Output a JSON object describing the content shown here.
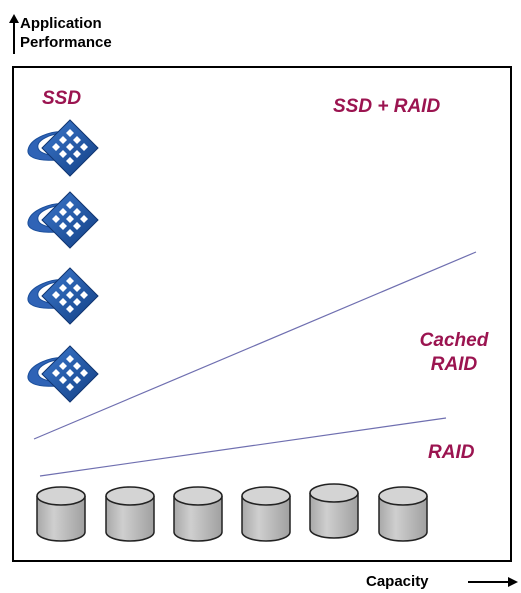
{
  "axes": {
    "y_label_line1": "Application",
    "y_label_line2": "Performance",
    "x_label": "Capacity"
  },
  "tiers": {
    "ssd": "SSD",
    "ssd_raid": "SSD + RAID",
    "cached_raid_line1": "Cached",
    "cached_raid_line2": "RAID",
    "raid": "RAID"
  },
  "icons": {
    "ssd_device": "ssd-icon",
    "disk_drive": "disk-drive-icon"
  },
  "colors": {
    "tier_label": "#9b1450",
    "trend_line": "#6f6fb0",
    "ssd_blue": "#1a4e9a",
    "ssd_swoosh": "#2f63b6",
    "disk_fill": "#bdbdbd",
    "disk_top": "#d4d4d4"
  }
}
